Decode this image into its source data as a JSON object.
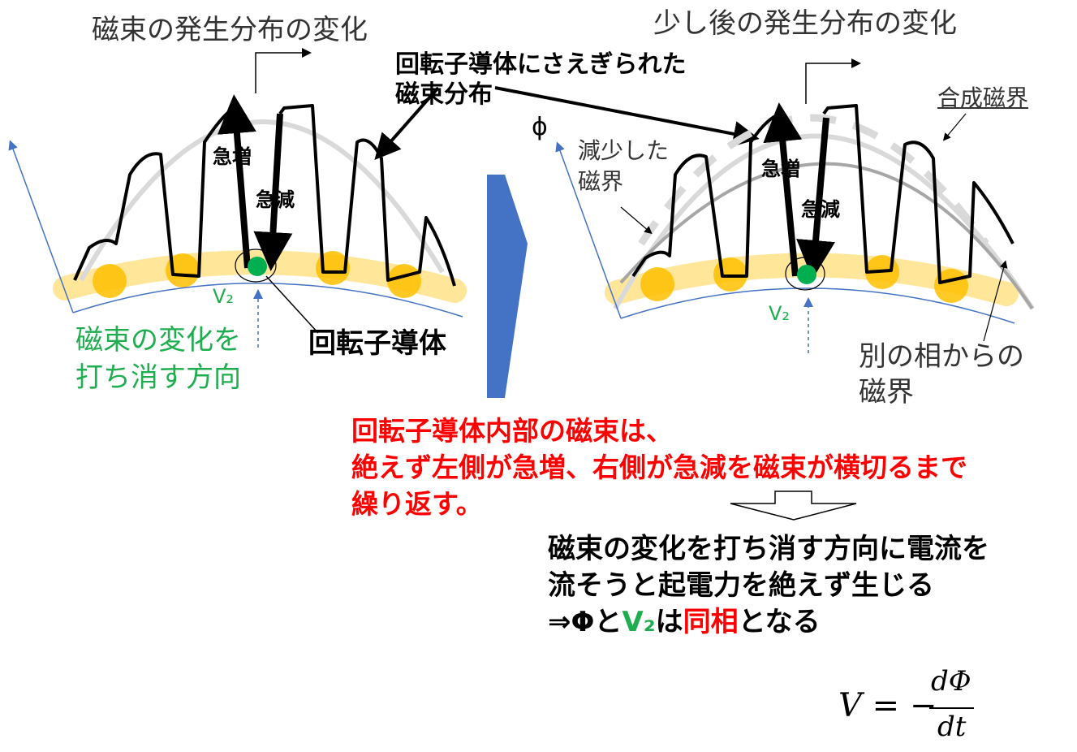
{
  "left_panel": {
    "title": "磁束の発生分布の変化",
    "label_rapid_increase": "急増",
    "label_rapid_decrease": "急減",
    "label_v2": "V₂",
    "label_cancel_direction_line1": "磁束の変化を",
    "label_cancel_direction_line2": "打ち消す方向",
    "label_rotor_conductor": "回転子導体"
  },
  "middle": {
    "label_blocked_flux_line1": "回転子導体にさえぎられた",
    "label_blocked_flux_line2": "磁束分布"
  },
  "right_panel": {
    "title": "少し後の発生分布の変化",
    "label_phi": "ϕ",
    "label_reduced_field_line1": "減少した",
    "label_reduced_field_line2": "磁界",
    "label_composite_field": "合成磁界",
    "label_rapid_increase": "急増",
    "label_rapid_decrease": "急減",
    "label_v2": "V₂",
    "label_other_phase_line1": "別の相からの",
    "label_other_phase_line2": "磁界"
  },
  "note_red": {
    "line1": "回転子導体内部の磁束は、",
    "line2": "絶えず左側が急増、右側が急減を磁束が横切るまで",
    "line3": "繰り返す。"
  },
  "conclusion": {
    "line1": "磁束の変化を打ち消す方向に電流を",
    "line2": "流そうと起電力を絶えず生じる",
    "line3_prefix": "⇒Φと",
    "line3_v2": "V₂",
    "line3_mid": "は",
    "line3_same_phase": "同相",
    "line3_suffix": "となる"
  },
  "formula": {
    "lhs": "V = −",
    "numerator": "dΦ",
    "denominator": "dt"
  },
  "colors": {
    "band": "#ffe699",
    "conductor_dot": "#ffc000",
    "active_conductor": "#00b050",
    "flux_arc": "#d9d9d9",
    "arrow_blue": "#4472c4",
    "chevron": "#4472c4",
    "text_red": "#ff0000",
    "text_green": "#1fae4f"
  }
}
